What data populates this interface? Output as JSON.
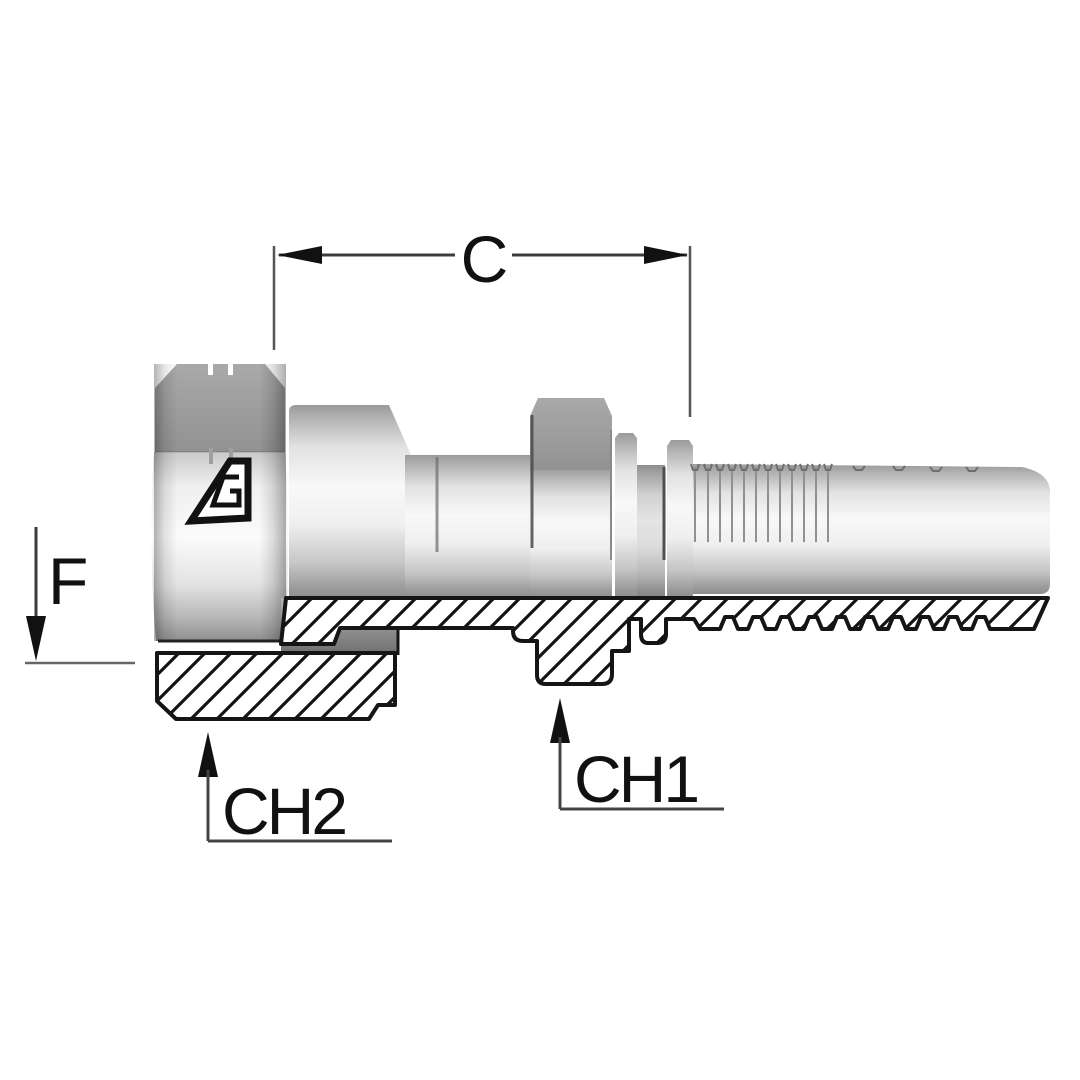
{
  "drawing": {
    "type": "technical-diagram",
    "subject": "Hydraulic hose insert fitting with female swivel nut, side view with lower half-section",
    "dimension_labels": {
      "c": "C",
      "f": "F",
      "ch1": "CH1",
      "ch2": "CH2"
    }
  },
  "colors": {
    "background": "#ffffff",
    "outline": "#151515",
    "dimension_line": "#3c3c3c",
    "metal_highlight": "#f8f8f8",
    "metal_mid": "#c6c6c6",
    "metal_shadow": "#8f8f8f",
    "facet_dark": "#a0a0a0"
  }
}
